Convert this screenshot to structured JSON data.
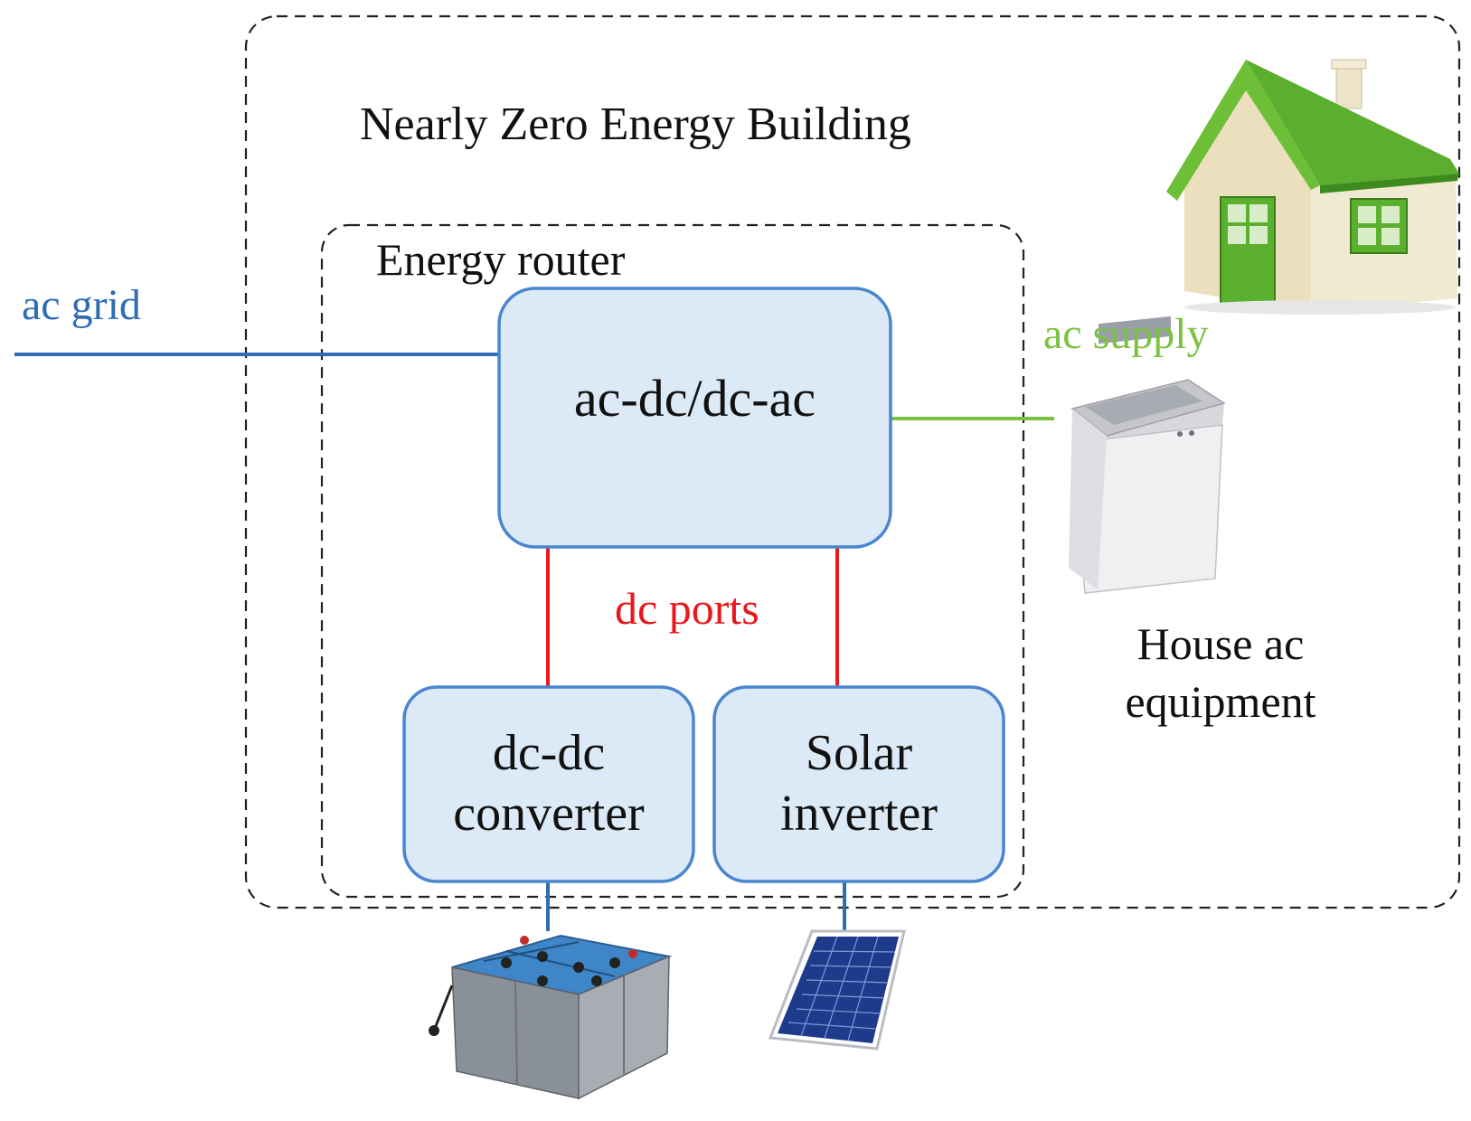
{
  "building": {
    "title": "Nearly Zero Energy Building"
  },
  "router": {
    "title": "Energy router"
  },
  "grid": {
    "label": "ac grid"
  },
  "supply": {
    "label": "ac supply"
  },
  "dc": {
    "label": "dc ports"
  },
  "equipment": {
    "line1": "House ac",
    "line2": "equipment"
  },
  "nodes": {
    "acdc": "ac-dc/dc-ac",
    "dcdc_line1": "dc-dc",
    "dcdc_line2": "converter",
    "solar_line1": "Solar",
    "solar_line2": "inverter"
  },
  "colors": {
    "ac_grid": "#2E6DB4",
    "ac_supply": "#7CC242",
    "dc_ports": "#E8191C",
    "box_fill": "#DCE9F6",
    "box_stroke": "#4A86D0",
    "house_roof": "#5BAE2E"
  },
  "icons": [
    "house-icon",
    "washing-machine-icon",
    "battery-bank-icon",
    "solar-panel-icon"
  ]
}
